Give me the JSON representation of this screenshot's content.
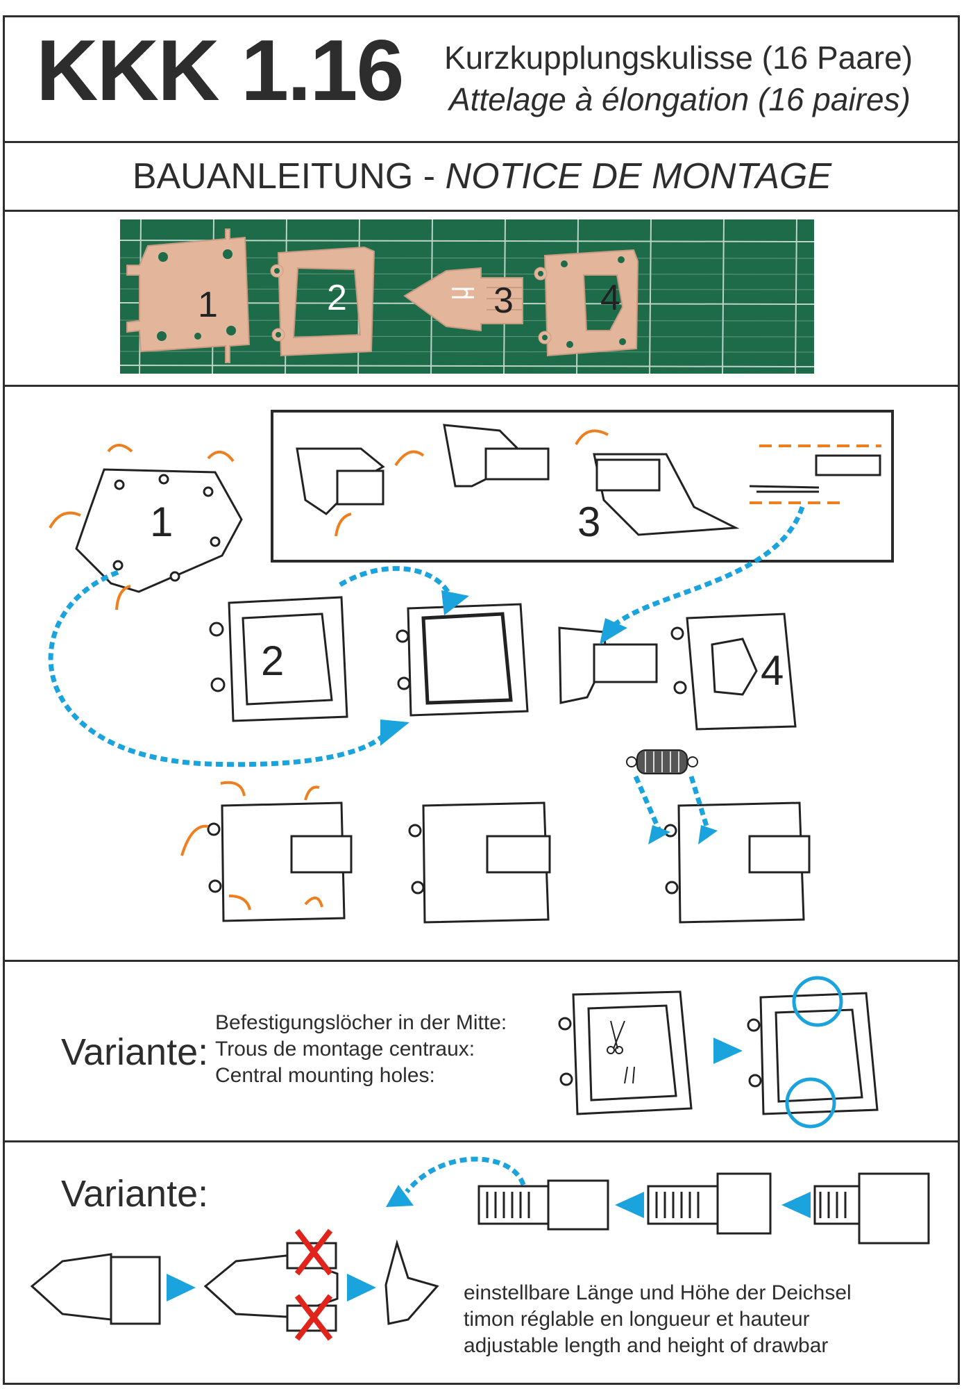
{
  "header": {
    "title": "KKK 1.16",
    "subtitle_de": "Kurzkupplungskulisse (16 Paare)",
    "subtitle_fr": "Attelage à élongation (16 paires)"
  },
  "banner": {
    "de": "BAUANLEITUNG - ",
    "fr": "NOTICE DE MONTAGE"
  },
  "photo": {
    "part_labels": [
      "1",
      "2",
      "3",
      "4"
    ]
  },
  "assembly": {
    "part_labels": [
      "1",
      "2",
      "3",
      "4"
    ]
  },
  "variante1": {
    "label": "Variante:",
    "lines": [
      "Befestigungslöcher in der Mitte:",
      "Trous de montage centraux:",
      "Central mounting holes:"
    ]
  },
  "variante2": {
    "label": "Variante:",
    "lines": [
      "einstellbare Länge und Höhe der Deichsel",
      "timon réglable en longueur et hauteur",
      "adjustable length and height of drawbar"
    ]
  },
  "colors": {
    "accent_blue": "#1aa3dc",
    "accent_orange": "#ee7f1e",
    "mat_green": "#1e6b4a",
    "part_copper": "#e3b59b",
    "cross_red": "#e0241b"
  }
}
